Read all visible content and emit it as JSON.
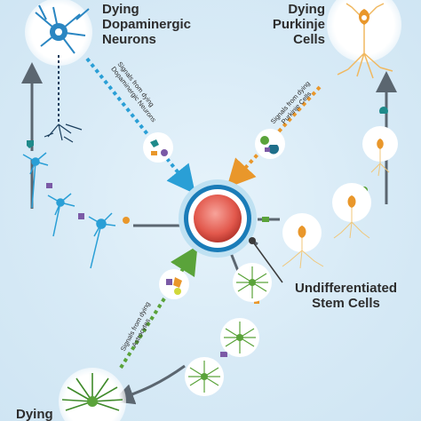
{
  "labels": {
    "dopaminergic": [
      "Dying",
      "Dopaminergic",
      "Neurons"
    ],
    "purkinje": [
      "Dying",
      "Purkinje",
      "Cells"
    ],
    "stem": [
      "Undifferentiated",
      "Stem Cells"
    ],
    "astrocytes_partial": "Dying"
  },
  "signals": {
    "dopaminergic": [
      "Signals from dying",
      "Dopaminergic Neurons"
    ],
    "purkinje": [
      "Signals from dying",
      "Purkinje Cells"
    ],
    "astrocytes": [
      "Signals from dying",
      "Astrocytes"
    ]
  },
  "colors": {
    "background": "#d7eaf6",
    "neuron_blue": "#2a86c2",
    "purkinje_orange": "#e9972b",
    "astrocyte_green": "#5aa33a",
    "arrow_grey": "#5b6670",
    "stem_red": "#e2584c",
    "signal_purple": "#7b5aa6",
    "signal_teal": "#1f8a8a"
  },
  "icons": [
    "dopaminergic-neuron-icon",
    "purkinje-cell-icon",
    "astrocyte-icon",
    "stem-cell-icon",
    "signal-molecule-icon"
  ]
}
